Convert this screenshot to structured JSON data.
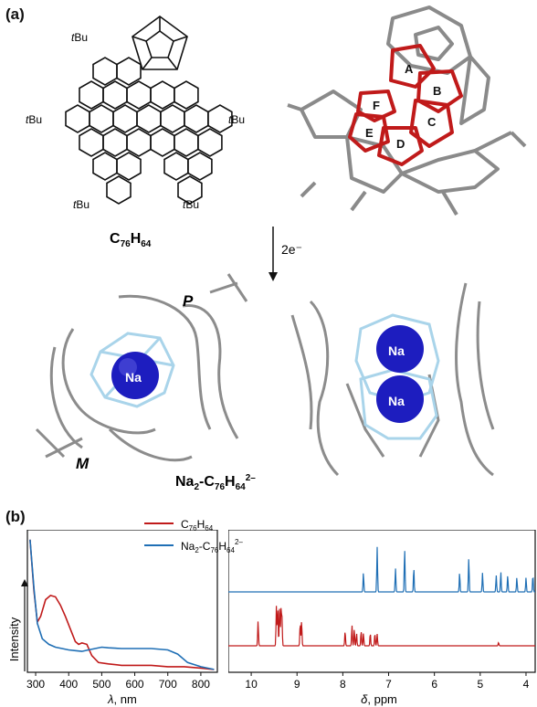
{
  "panel_a": {
    "label": "(a)",
    "tbu": "tBu",
    "compound_base": "C",
    "compound_sub1": "76",
    "compound_mid": "H",
    "compound_sub2": "64",
    "reduction": "2e⁻",
    "rings": [
      "A",
      "B",
      "C",
      "D",
      "E",
      "F"
    ],
    "helix_p": "P",
    "helix_m": "M",
    "na": "Na",
    "product_parts": [
      "Na",
      "2",
      "-C",
      "76",
      "H",
      "64",
      "2–"
    ]
  },
  "panel_b": {
    "label": "(b)",
    "legend": [
      {
        "base": "C",
        "s1": "76",
        "mid": "H",
        "s2": "64",
        "sup": "",
        "color": "#c01a1a"
      },
      {
        "base": "Na",
        "s0": "2",
        "mid0": "-C",
        "s1": "76",
        "mid": "H",
        "s2": "64",
        "sup": "2–",
        "color": "#1f6fb5"
      }
    ],
    "colors": {
      "red": "#c01a1a",
      "blue": "#1f6fb5"
    },
    "uv": {
      "ylabel": "Intensity",
      "xlabel_sym": "λ",
      "xlabel_unit": ", nm",
      "xticks": [
        "300",
        "400",
        "500",
        "600",
        "700",
        "800"
      ],
      "xtick_values": [
        300,
        400,
        500,
        600,
        700,
        800
      ],
      "xlim": [
        275,
        850
      ]
    },
    "nmr": {
      "xlabel_sym": "δ",
      "xlabel_unit": ", ppm",
      "xticks": [
        "10",
        "9",
        "8",
        "7",
        "6",
        "5",
        "4"
      ],
      "xtick_values": [
        10,
        9,
        8,
        7,
        6,
        5,
        4
      ],
      "xlim": [
        10.5,
        3.8
      ]
    }
  },
  "chart_data": [
    {
      "type": "line",
      "xlabel": "λ, nm",
      "ylabel": "Intensity",
      "xlim": [
        275,
        850
      ],
      "series": [
        {
          "name": "C76H64",
          "x": [
            283,
            295,
            305,
            315,
            330,
            345,
            360,
            375,
            390,
            405,
            420,
            430,
            440,
            455,
            470,
            490,
            520,
            560,
            600,
            650,
            700,
            750,
            800,
            840
          ],
          "y": [
            0.95,
            0.58,
            0.36,
            0.4,
            0.52,
            0.55,
            0.54,
            0.48,
            0.4,
            0.31,
            0.22,
            0.2,
            0.21,
            0.2,
            0.12,
            0.07,
            0.06,
            0.05,
            0.05,
            0.05,
            0.04,
            0.04,
            0.03,
            0.02
          ]
        },
        {
          "name": "Na2-C76H64 2–",
          "x": [
            283,
            295,
            305,
            320,
            340,
            360,
            380,
            400,
            420,
            440,
            460,
            480,
            500,
            520,
            560,
            600,
            650,
            700,
            730,
            760,
            800,
            840
          ],
          "y": [
            0.95,
            0.6,
            0.35,
            0.24,
            0.2,
            0.18,
            0.17,
            0.16,
            0.155,
            0.15,
            0.16,
            0.17,
            0.18,
            0.175,
            0.17,
            0.17,
            0.17,
            0.16,
            0.13,
            0.07,
            0.04,
            0.02
          ]
        }
      ]
    },
    {
      "type": "line",
      "xlabel": "δ, ppm",
      "xlim": [
        10.5,
        3.8
      ],
      "series": [
        {
          "name": "C76H64",
          "peaks": [
            9.85,
            9.45,
            9.42,
            9.38,
            9.35,
            9.33,
            8.93,
            8.9,
            7.95,
            7.8,
            7.75,
            7.7,
            7.6,
            7.55,
            7.4,
            7.3,
            7.25,
            4.6
          ],
          "heights": [
            0.6,
            0.95,
            0.9,
            0.95,
            0.85,
            0.7,
            0.55,
            0.6,
            0.35,
            0.5,
            0.4,
            0.3,
            0.35,
            0.3,
            0.3,
            0.3,
            0.28,
            0.08
          ]
        },
        {
          "name": "Na2-C76H64 2–",
          "peaks": [
            7.55,
            7.25,
            6.85,
            6.65,
            6.45,
            5.45,
            5.25,
            4.95,
            4.65,
            4.55,
            4.4,
            4.2,
            4.0,
            3.85
          ],
          "heights": [
            0.4,
            0.95,
            0.5,
            0.9,
            0.5,
            0.4,
            0.7,
            0.4,
            0.35,
            0.42,
            0.35,
            0.3,
            0.3,
            0.35
          ]
        }
      ]
    }
  ]
}
